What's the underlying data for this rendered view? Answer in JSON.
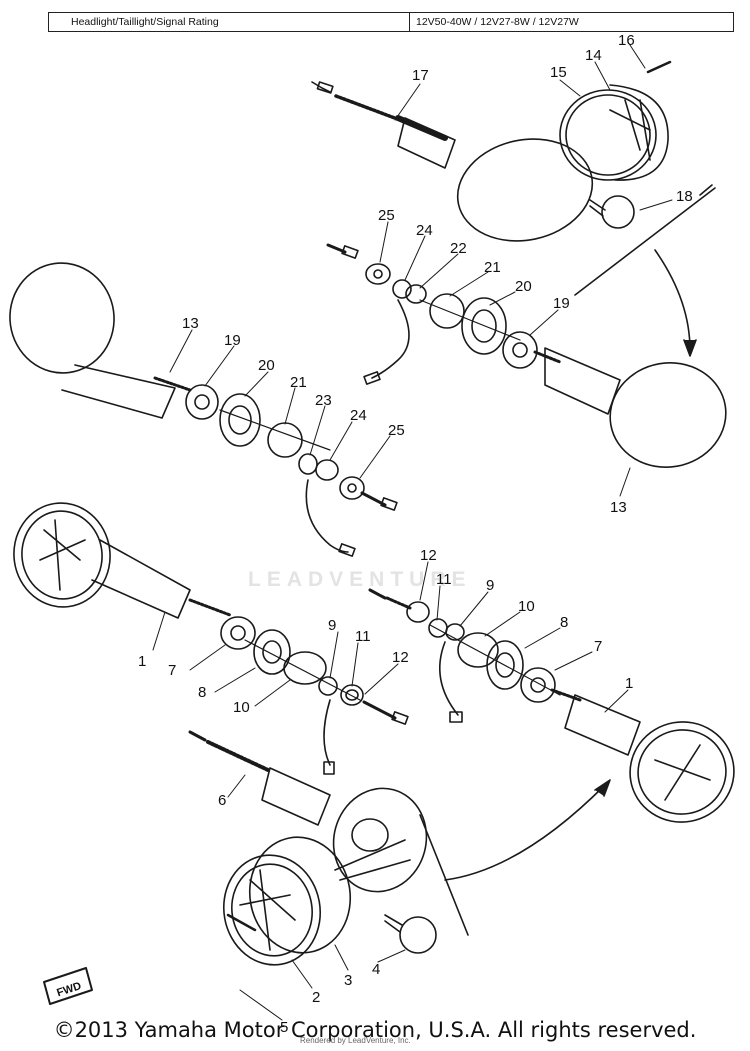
{
  "spec_table": {
    "label": "Headlight/Taillight/Signal Rating",
    "value": "12V50-40W / 12V27-8W / 12V27W"
  },
  "watermark": "LEADVENTURE",
  "fwd_badge": "FWD",
  "callouts": [
    "1",
    "1",
    "2",
    "3",
    "4",
    "5",
    "6",
    "7",
    "7",
    "8",
    "8",
    "9",
    "9",
    "10",
    "10",
    "11",
    "11",
    "12",
    "12",
    "13",
    "13",
    "14",
    "15",
    "16",
    "17",
    "18",
    "19",
    "19",
    "20",
    "20",
    "21",
    "21",
    "22",
    "23",
    "24",
    "24",
    "25",
    "25"
  ],
  "copyright": "©2013 Yamaha Motor Corporation, U.S.A. All rights reserved.",
  "rendered_by": "Rendered by LeadVenture, Inc."
}
